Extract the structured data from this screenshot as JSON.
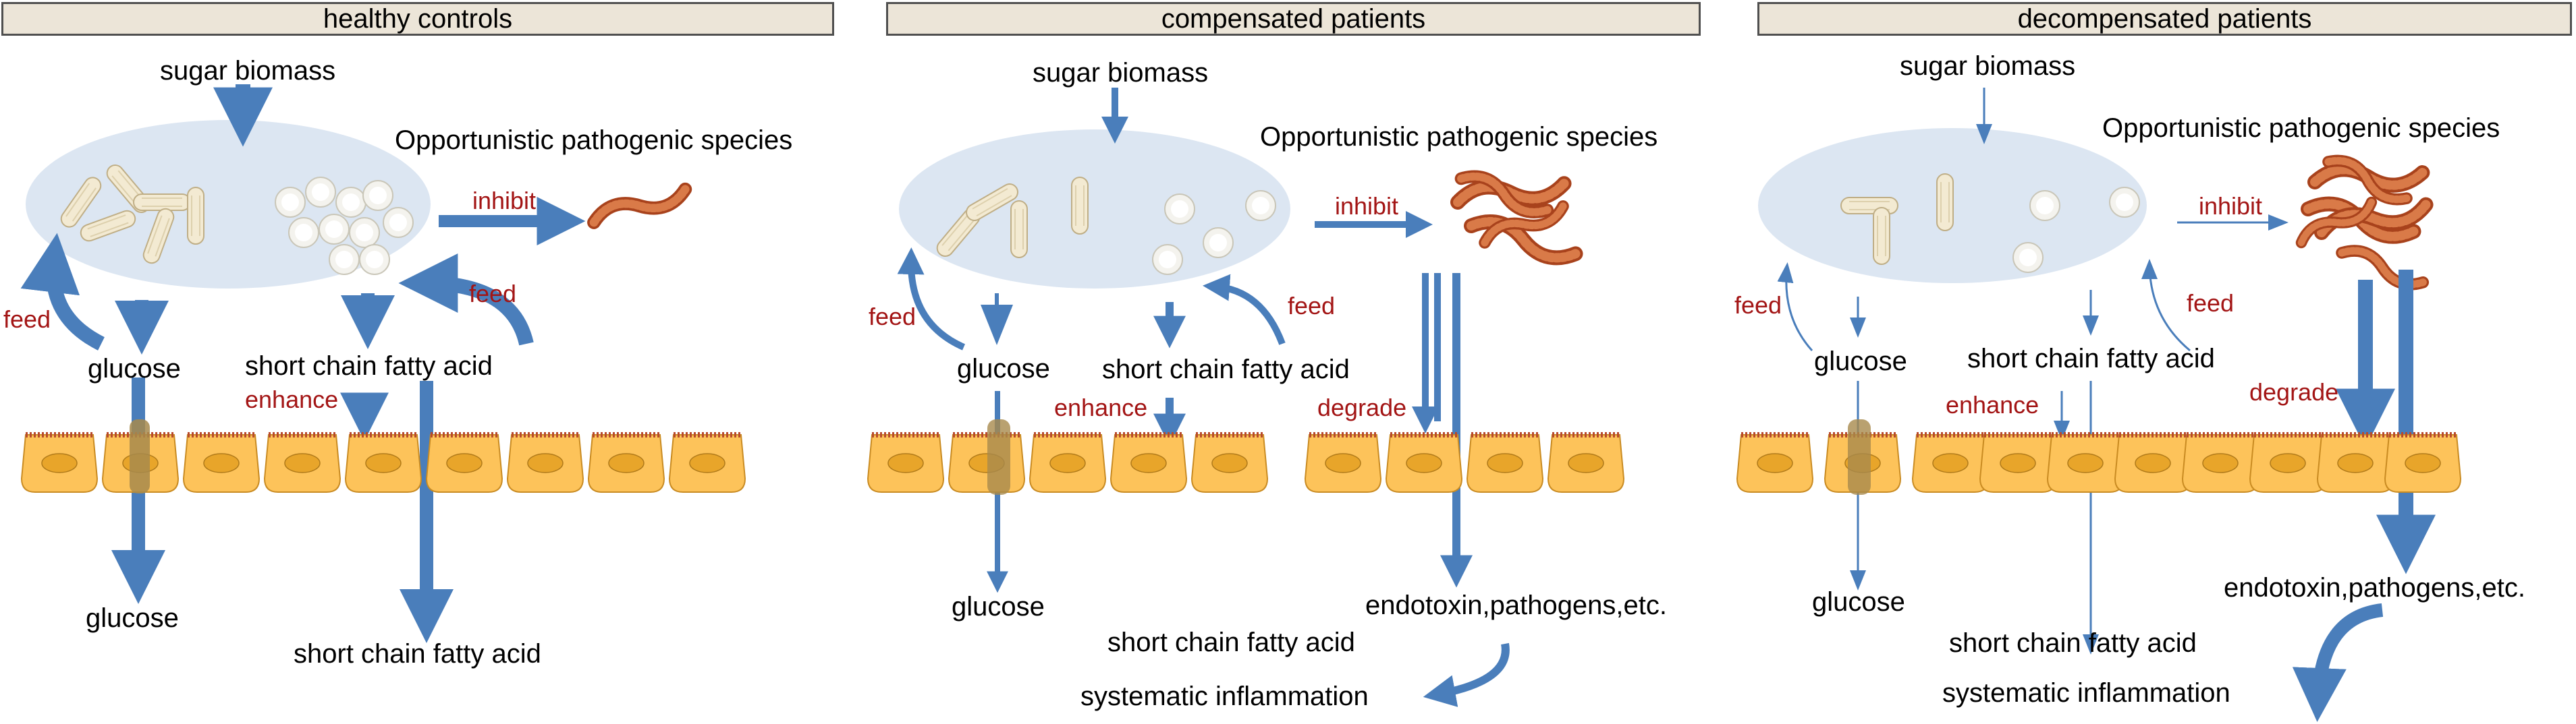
{
  "panels": [
    {
      "header": "healthy controls",
      "labels": {
        "sugar": "sugar biomass",
        "pathogen": "Opportunistic pathogenic species",
        "inhibit": "inhibit",
        "feed_left": "feed",
        "feed_right": "feed",
        "glucose_top": "glucose",
        "scfa_top": "short chain fatty acid",
        "enhance": "enhance",
        "glucose_bottom": "glucose",
        "scfa_bottom": "short chain fatty acid"
      }
    },
    {
      "header": "compensated patients",
      "labels": {
        "sugar": "sugar biomass",
        "pathogen": "Opportunistic pathogenic species",
        "inhibit": "inhibit",
        "feed_left": "feed",
        "feed_right": "feed",
        "glucose_top": "glucose",
        "scfa_top": "short chain fatty acid",
        "enhance": "enhance",
        "degrade": "degrade",
        "glucose_bottom": "glucose",
        "endotoxin": "endotoxin,pathogens,etc.",
        "scfa_bottom": "short chain fatty acid",
        "inflammation": "systematic inflammation"
      }
    },
    {
      "header": "decompensated patients",
      "labels": {
        "sugar": "sugar biomass",
        "pathogen": "Opportunistic pathogenic species",
        "inhibit": "inhibit",
        "feed_left": "feed",
        "feed_right": "feed",
        "glucose_top": "glucose",
        "scfa_top": "short chain fatty acid",
        "enhance": "enhance",
        "degrade": "degrade",
        "glucose_bottom": "glucose",
        "endotoxin": "endotoxin,pathogens,etc.",
        "scfa_bottom": "short chain fatty acid",
        "inflammation": "systematic inflammation"
      }
    }
  ],
  "colors": {
    "arrow": "#4a7ebb",
    "ellipse": "#dce6f2",
    "label_red": "#a31515",
    "header_bg": "#ece5d8",
    "cell_fill": "#fdc35a",
    "nucleus": "#e8a52a",
    "pathogen": "#c55a2b",
    "bacteria": "#f3ead2"
  }
}
